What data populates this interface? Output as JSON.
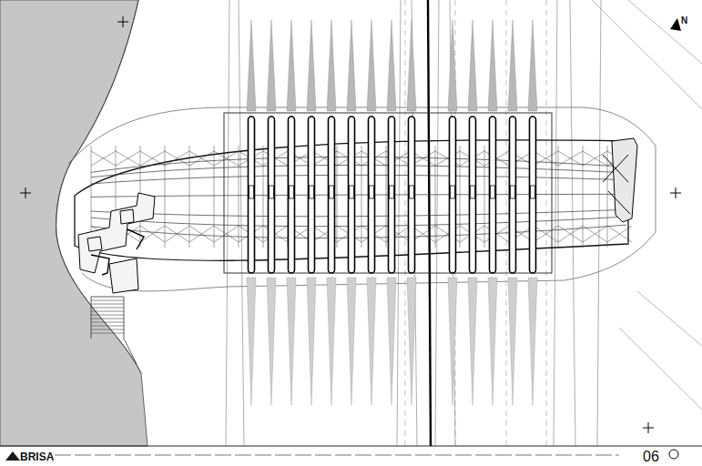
{
  "diagram": {
    "labels": [
      "N",
      "BRISA",
      "06"
    ]
  }
}
